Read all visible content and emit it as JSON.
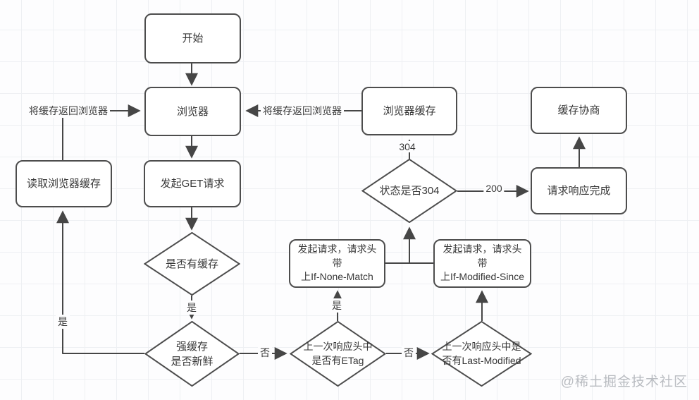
{
  "colors": {
    "stroke": "#4d4d4d",
    "node_fill": "#ffffff",
    "text": "#383838",
    "grid": "#eef0f3",
    "watermark": "#b9bcc1"
  },
  "nodes": {
    "start": {
      "label": "开始"
    },
    "browser": {
      "label": "浏览器"
    },
    "get_request": {
      "label": "发起GET请求"
    },
    "read_browser_cache": {
      "label": "读取浏览器缓存"
    },
    "has_cache": {
      "label": "是否有缓存"
    },
    "strong_cache_fresh": {
      "label": "强缓存\n是否新鲜"
    },
    "has_etag": {
      "label": "上一次响应头中\n是否有ETag"
    },
    "req_if_none_match": {
      "label": "发起请求，请求头带\n上If-None-Match"
    },
    "has_last_modified": {
      "label": "上一次响应头中是\n否有Last-Modified"
    },
    "req_if_modified_since": {
      "label": "发起请求，请求头带\n上If-Modified-Since"
    },
    "status_is_304": {
      "label": "状态是否304"
    },
    "browser_cache": {
      "label": "浏览器缓存"
    },
    "cache_negotiation": {
      "label": "缓存协商"
    },
    "request_complete": {
      "label": "请求响应完成"
    }
  },
  "edge_labels": {
    "return_cache_left": "将缓存返回浏览器",
    "return_cache_mid": "将缓存返回浏览器",
    "yes_has_cache": "是",
    "yes_strong_fresh": "是",
    "yes_has_etag": "是",
    "no_strong_fresh": "否",
    "no_has_etag": "否",
    "status_304": "304",
    "status_200": "200"
  },
  "watermark": "@稀土掘金技术社区"
}
